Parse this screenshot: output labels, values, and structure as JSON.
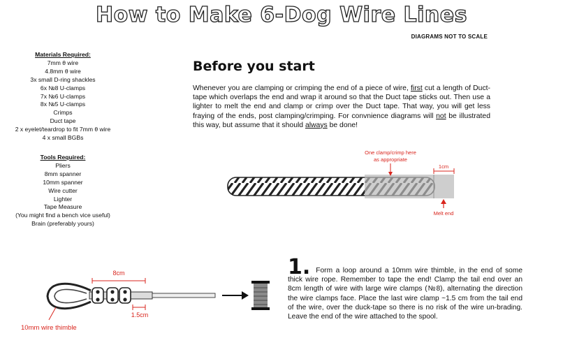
{
  "title": "How to Make 6-Dog Wire Lines",
  "scale_note": "DIAGRAMS NOT TO SCALE",
  "materials": {
    "heading": "Materials Required:",
    "items": [
      "7mm θ wire",
      "4.8mm θ wire",
      "3x small D-ring shackles",
      "6x №8 U-clamps",
      "7x №6 U-clamps",
      "8x №5 U-clamps",
      "Crimps",
      "Duct tape",
      "2 x eyelet/teardrop to fit 7mm θ wire",
      "4 x small BGBs"
    ]
  },
  "tools": {
    "heading": "Tools Required:",
    "items": [
      "Pliers",
      "8mm spanner",
      "10mm spanner",
      "Wire cutter",
      "Lighter",
      "Tape Measure",
      "(You might find a bench vice useful)",
      "Brain (preferably yours)"
    ]
  },
  "intro": {
    "heading": "Before you start",
    "p1": "Whenever you are clamping or crimping the end of a piece of wire, ",
    "first": "first",
    "p2": " cut a length of Duct-tape which overlaps the end and wrap it around so that the Duct tape sticks out. Then use a lighter to melt the end and clamp or crimp over the Duct tape. That way, you will get less fraying of the ends, post clamping/crimping.  For convnience diagrams will ",
    "not": "not",
    "p3": " be illustrated this way, but assume that it should ",
    "always": "always",
    "p4": " be done!"
  },
  "diagram1": {
    "clamp_label_1": "One clamp/crimp here",
    "clamp_label_2": "as appropriate",
    "dim": "1cm",
    "melt": "Melt end"
  },
  "diagram2": {
    "dim_top": "8cm",
    "dim_bottom": "1.5cm",
    "thimble": "10mm wire thimble"
  },
  "step1": {
    "number": "1.",
    "text": "Form a loop around a 10mm wire thimble, in  the end of some thick wire rope.  Remember to tape the end!  Clamp the tail end over an 8cm length of wire with large wire clamps (№8), alternating the direction the wire clamps face.  Place the last  wire clamp ~1.5 cm from the tail end of the wire, over the duck-tape so there is no risk of the wire un-brading.  Leave the end of the wire attached to the spool."
  },
  "colors": {
    "accent": "#d9251d",
    "tape": "#c8c8c8"
  }
}
